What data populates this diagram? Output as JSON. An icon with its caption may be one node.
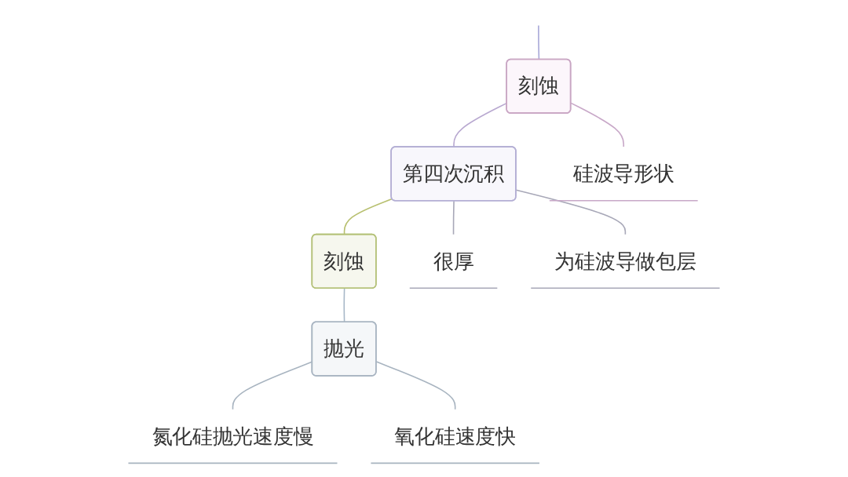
{
  "diagram": {
    "nodes": [
      {
        "text": [
          "刻蚀"
        ]
      },
      {
        "text": [
          "硅波导形状"
        ]
      },
      {
        "text": [
          "第四次沉积"
        ]
      },
      {
        "text": [
          "很厚"
        ]
      },
      {
        "text": [
          "为硅波导做包层"
        ]
      },
      {
        "text": [
          "刻蚀"
        ]
      },
      {
        "text": [
          "抛光"
        ]
      },
      {
        "text": [
          "氮化硅抛光速度慢"
        ]
      },
      {
        "text": [
          "氧化硅速度快"
        ]
      }
    ],
    "edges": [
      {
        "from": null,
        "to": 0,
        "arrow": "none",
        "color": "#a8a8d8"
      },
      {
        "from": 0,
        "to": 1,
        "arrow": "none",
        "color": "#c8a8c8"
      },
      {
        "from": 0,
        "to": 2,
        "arrow": "none",
        "color": "#b8a8d0"
      },
      {
        "from": 2,
        "to": 3,
        "arrow": "none",
        "color": "#a8a8b8"
      },
      {
        "from": 2,
        "to": 4,
        "arrow": "none",
        "color": "#a8a8b8"
      },
      {
        "from": 2,
        "to": 5,
        "arrow": "none",
        "color": "#b8c070"
      },
      {
        "from": 5,
        "to": 6,
        "arrow": "none",
        "color": "#a8b8c8"
      },
      {
        "from": 6,
        "to": 7,
        "arrow": "none",
        "color": "#a8b4c0"
      },
      {
        "from": 6,
        "to": 8,
        "arrow": "none",
        "color": "#a8b4c0"
      }
    ]
  }
}
